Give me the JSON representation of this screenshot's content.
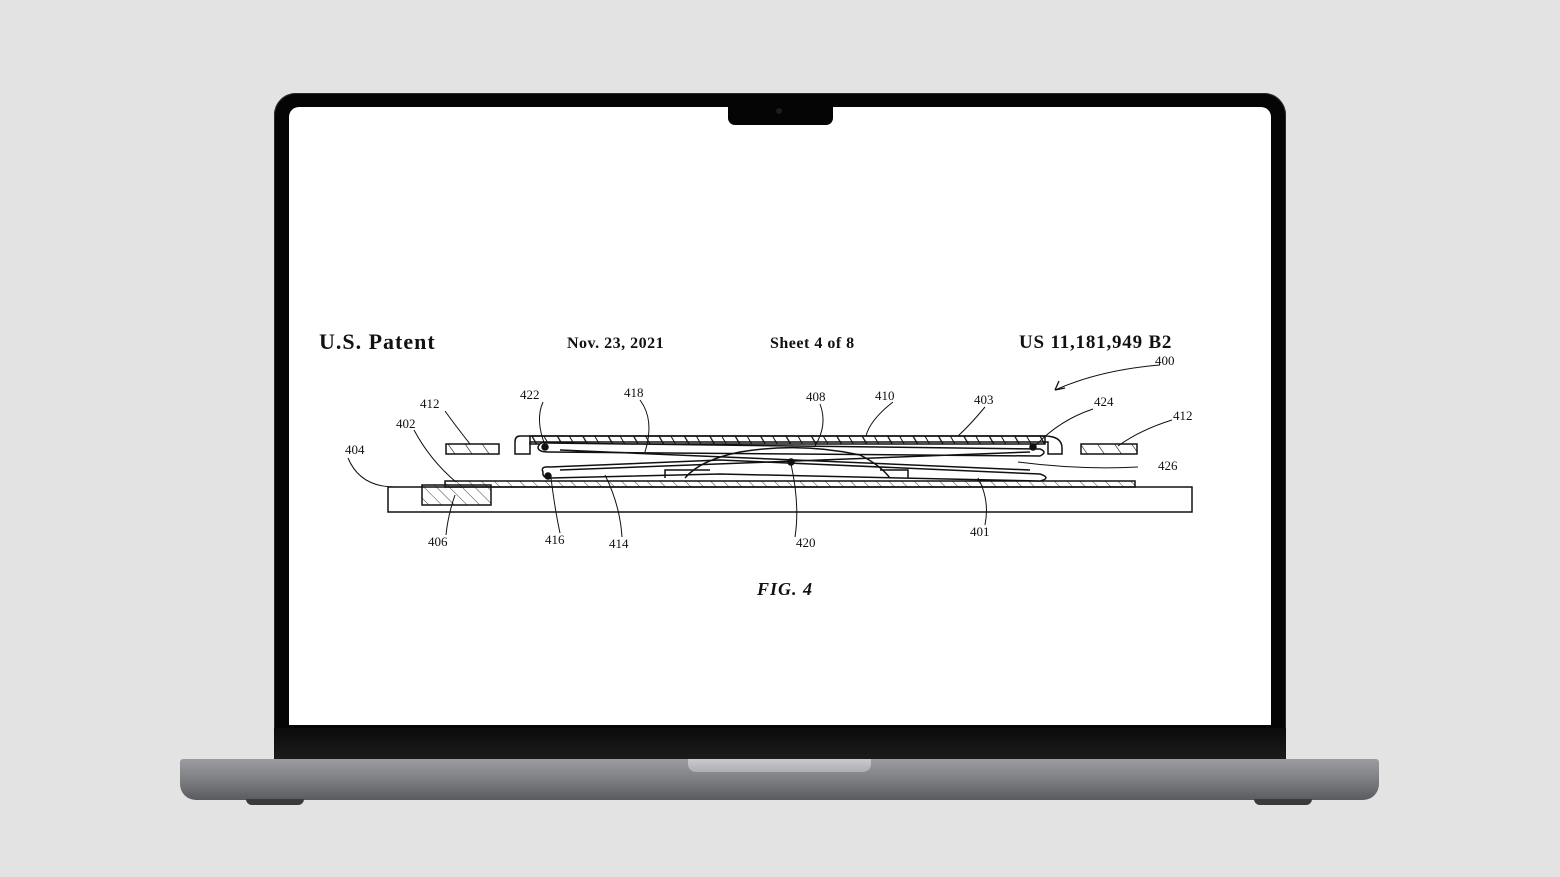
{
  "device": {
    "type": "laptop",
    "body_color": "#8a8b8f",
    "bezel_color": "#050505",
    "background": "#e3e3e3"
  },
  "document": {
    "header": {
      "title": "U.S. Patent",
      "date": "Nov. 23, 2021",
      "sheet": "Sheet 4 of 8",
      "patent_number": "US 11,181,949 B2"
    },
    "figure": {
      "caption": "FIG. 4",
      "reference_numerals": [
        "400",
        "401",
        "402",
        "403",
        "404",
        "406",
        "408",
        "410",
        "412",
        "412",
        "414",
        "416",
        "418",
        "420",
        "422",
        "424",
        "426"
      ],
      "labels": {
        "r400": "400",
        "r401": "401",
        "r402": "402",
        "r403": "403",
        "r404": "404",
        "r406": "406",
        "r408": "408",
        "r410": "410",
        "r412_left": "412",
        "r412_right": "412",
        "r414": "414",
        "r416": "416",
        "r418": "418",
        "r420": "420",
        "r422": "422",
        "r424": "424",
        "r426": "426"
      }
    }
  }
}
